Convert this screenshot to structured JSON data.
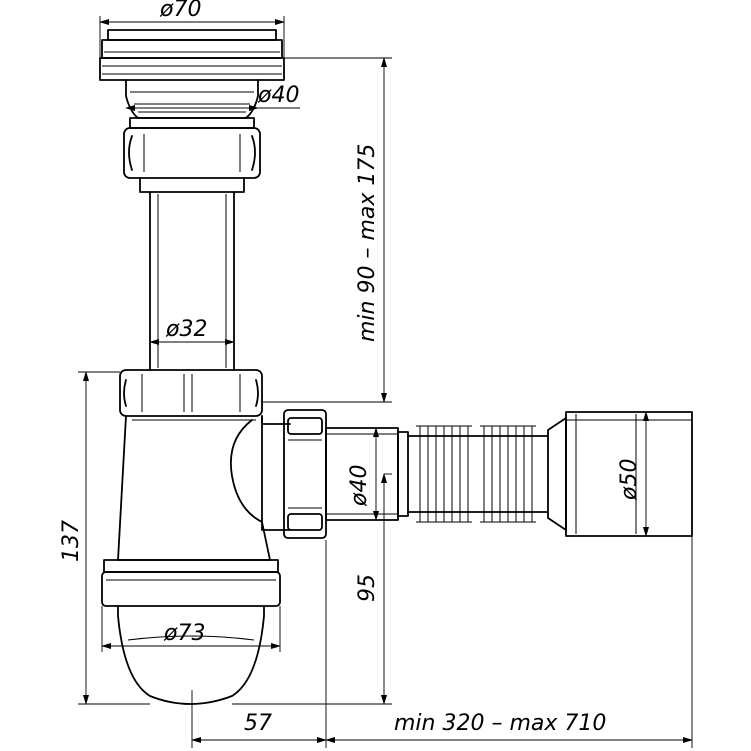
{
  "drawing": {
    "dims": {
      "d70": "ø70",
      "d40_top": "ø40",
      "range_height": "min 90 – max 175",
      "d32": "ø32",
      "h137": "137",
      "d40_side": "ø40",
      "d50": "ø50",
      "h95": "95",
      "d73": "ø73",
      "w57": "57",
      "range_length": "min 320 – max 710"
    }
  }
}
